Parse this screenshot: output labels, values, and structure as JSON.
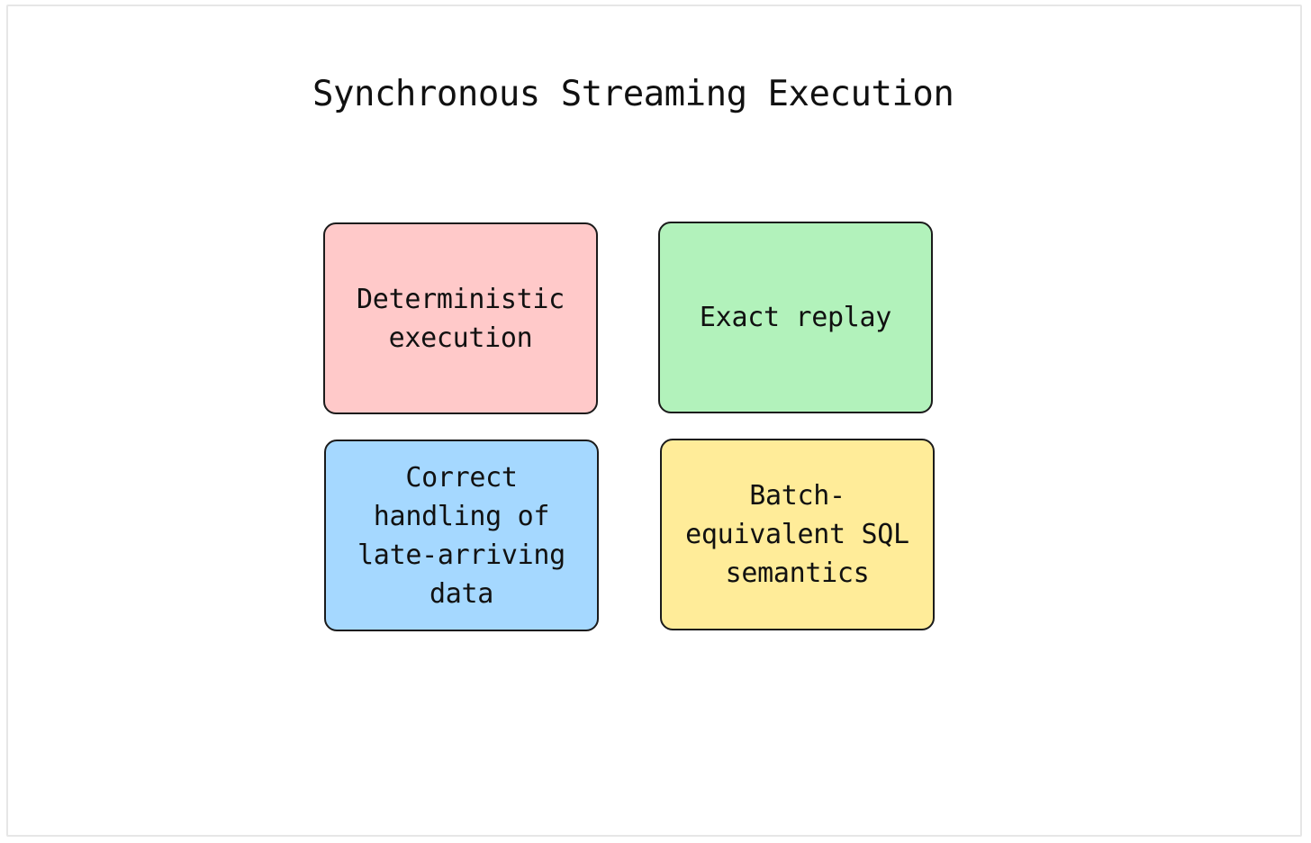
{
  "diagram": {
    "title": "Synchronous Streaming Execution",
    "boxes": [
      {
        "label": "Deterministic\nexecution",
        "color": "#ffc9c9"
      },
      {
        "label": "Exact replay",
        "color": "#b2f2bb"
      },
      {
        "label": "Correct\nhandling of\nlate-arriving\ndata",
        "color": "#a5d8ff"
      },
      {
        "label": "Batch-\nequivalent SQL\nsemantics",
        "color": "#ffec99"
      }
    ],
    "border_color": "#1b1b1b"
  }
}
